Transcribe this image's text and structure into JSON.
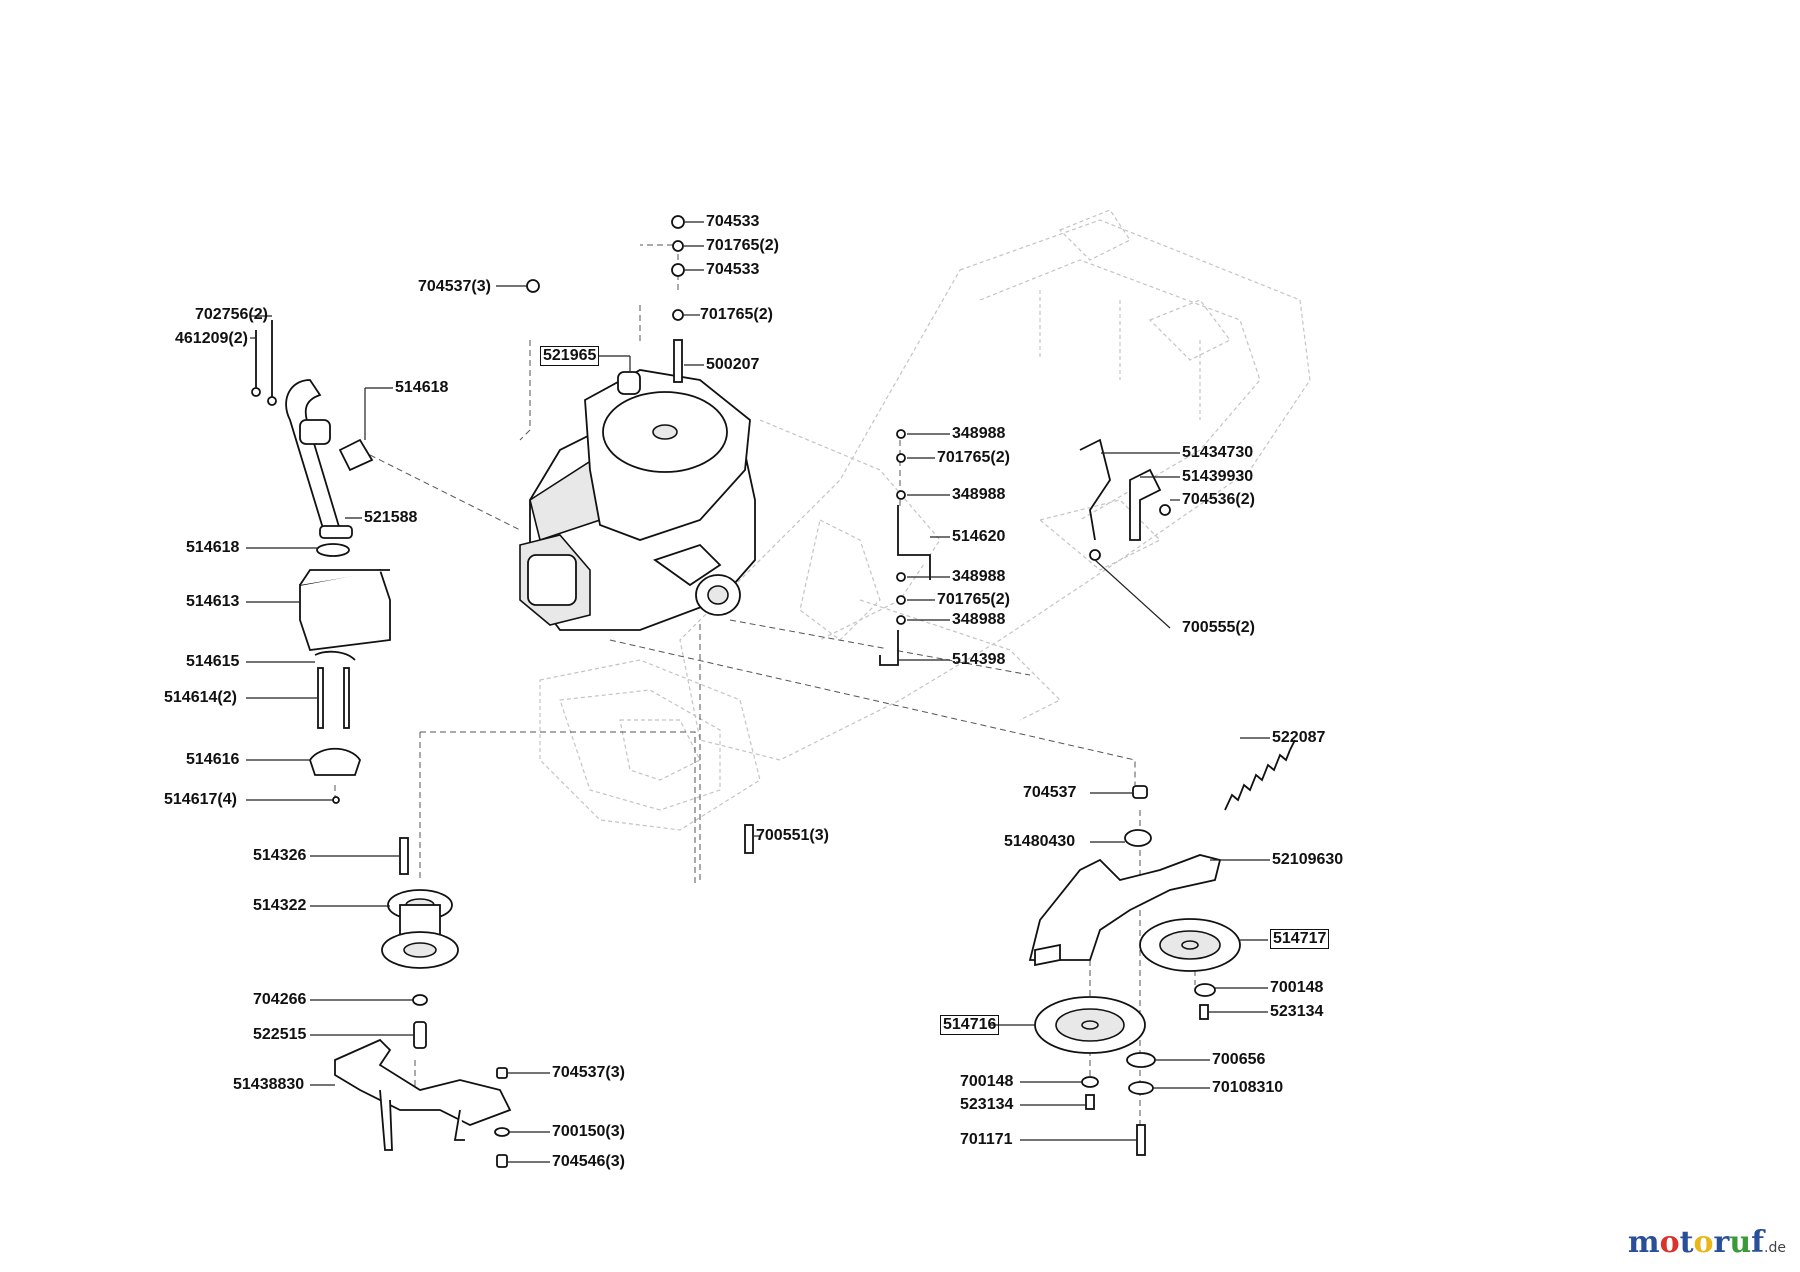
{
  "brand": {
    "text": "motoruf",
    "suffix": ".de"
  },
  "labels": {
    "p704533a": "704533",
    "p701765a": "701765(2)",
    "p704533b": "704533",
    "p704537_3a": "704537(3)",
    "p701765b": "701765(2)",
    "p702756": "702756(2)",
    "p461209": "461209(2)",
    "p521965": "521965",
    "p500207": "500207",
    "p514618a": "514618",
    "p348988a": "348988",
    "p701765c": "701765(2)",
    "p51434730": "51434730",
    "p51439930": "51439930",
    "p704536": "704536(2)",
    "p348988b": "348988",
    "p521588": "521588",
    "p514620": "514620",
    "p514618b": "514618",
    "p348988c": "348988",
    "p514613": "514613",
    "p701765d": "701765(2)",
    "p348988d": "348988",
    "p700555": "700555(2)",
    "p514615": "514615",
    "p514398": "514398",
    "p514614": "514614(2)",
    "p522087": "522087",
    "p514616": "514616",
    "p704537": "704537",
    "p514617": "514617(4)",
    "p700551": "700551(3)",
    "p51480430": "51480430",
    "p514326": "514326",
    "p52109630": "52109630",
    "p514322": "514322",
    "p514717": "514717",
    "p700148a": "700148",
    "p704266": "704266",
    "p523134a": "523134",
    "p514716": "514716",
    "p522515": "522515",
    "p700656": "700656",
    "p704537_3b": "704537(3)",
    "p51438830": "51438830",
    "p700148b": "700148",
    "p70108310": "70108310",
    "p523134b": "523134",
    "p700150": "700150(3)",
    "p701171": "701171",
    "p704546": "704546(3)"
  }
}
